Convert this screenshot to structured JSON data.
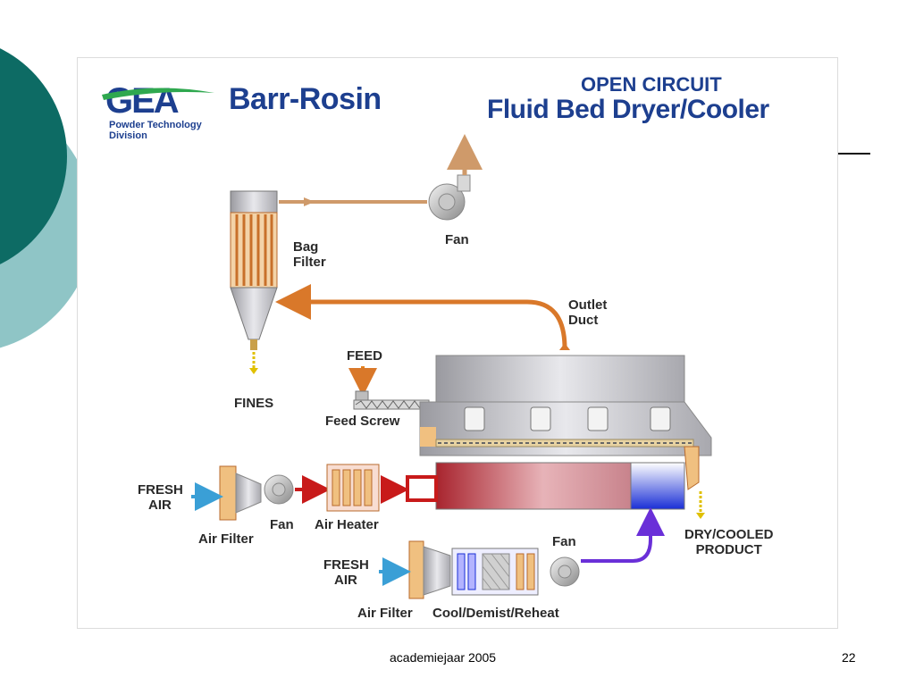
{
  "slide": {
    "footer_text": "academiejaar 2005",
    "page_number": "22"
  },
  "header": {
    "logo_mark": "GEA",
    "brand_name": "Barr-Rosin",
    "division_line1": "Powder Technology",
    "division_line2": "Division",
    "title_line1": "OPEN CIRCUIT",
    "title_line2": "Fluid Bed Dryer/Cooler"
  },
  "labels": {
    "fan_top": "Fan",
    "bag_filter_1": "Bag",
    "bag_filter_2": "Filter",
    "outlet_duct_1": "Outlet",
    "outlet_duct_2": "Duct",
    "feed": "FEED",
    "fines": "FINES",
    "feed_screw": "Feed Screw",
    "fresh_air_top_1": "FRESH",
    "fresh_air_top_2": "AIR",
    "fan_heater": "Fan",
    "air_heater": "Air Heater",
    "air_filter_top": "Air Filter",
    "product_1": "DRY/COOLED",
    "product_2": "PRODUCT",
    "fan_cooler": "Fan",
    "fresh_air_bottom_1": "FRESH",
    "fresh_air_bottom_2": "AIR",
    "air_filter_bottom": "Air Filter",
    "cool_demist": "Cool/Demist/Reheat"
  },
  "colors": {
    "brand_blue": "#1d3f8f",
    "gea_green": "#2fa84f",
    "deco_dark_teal": "#0d6b64",
    "deco_light_teal": "#8fc5c6",
    "exhaust_flow": "#cf9a6a",
    "outlet_flow": "#d9782a",
    "hot_air_flow": "#c81a1a",
    "cool_air_flow": "#6a2fd8",
    "fresh_air_arrow": "#3a9fd6"
  }
}
